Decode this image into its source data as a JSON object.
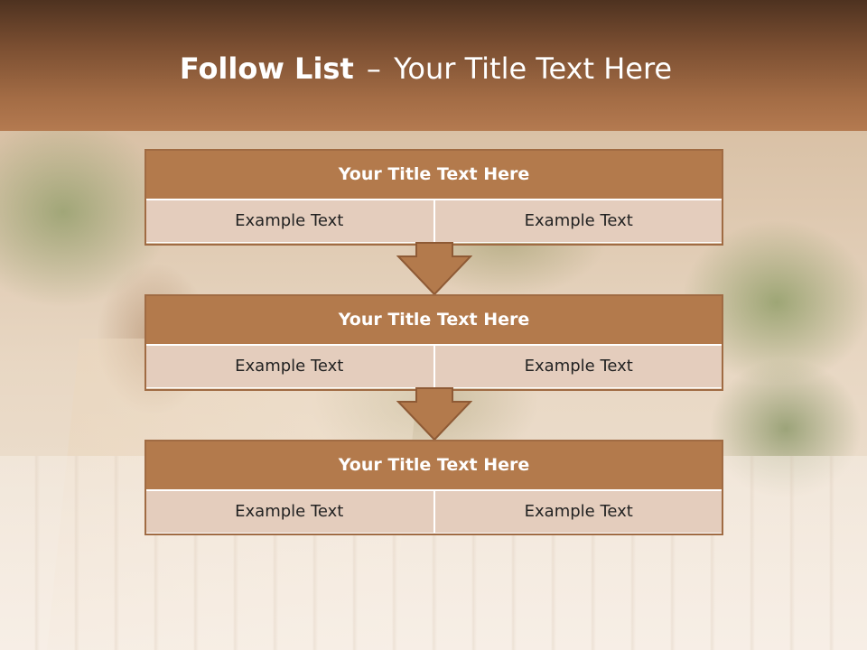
{
  "title": {
    "bold": "Follow List",
    "separator": "–",
    "rest": "Your Title Text Here"
  },
  "blocks": [
    {
      "header": "Your Title Text Here",
      "left": "Example Text",
      "right": "Example Text"
    },
    {
      "header": "Your Title Text Here",
      "left": "Example Text",
      "right": "Example Text"
    },
    {
      "header": "Your Title Text Here",
      "left": "Example Text",
      "right": "Example Text"
    }
  ],
  "colors": {
    "header": "#b37a4c",
    "cell": "#e4cdbd",
    "arrow": "#b37a4c",
    "arrow_outline": "#8e5a35"
  },
  "icons": [
    "down-arrow-icon",
    "down-arrow-icon"
  ]
}
